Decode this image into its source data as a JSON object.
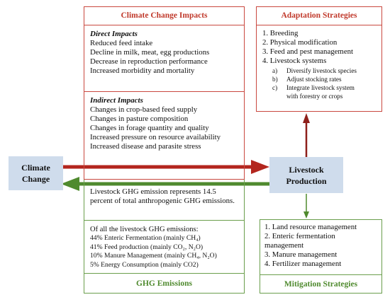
{
  "climate_impacts": {
    "title": "Climate Change Impacts",
    "direct_heading": "Direct Impacts",
    "direct_items": [
      "Reduced feed intake",
      "Decline in milk, meat, egg productions",
      "Decrease in reproduction performance",
      "Increased morbidity and mortality"
    ],
    "indirect_heading": "Indirect Impacts",
    "indirect_items": [
      "Changes in crop-based feed supply",
      "Changes in pasture composition",
      "Changes in forage quantity and quality",
      "Increased pressure on resource availability",
      "Increased disease and parasite stress"
    ]
  },
  "adaptation": {
    "title": "Adaptation Strategies",
    "items": [
      "1. Breeding",
      "2. Physical modification",
      "3. Feed and pest management",
      "4. Livestock systems"
    ],
    "sub_items": [
      {
        "marker": "a)",
        "text": "Diversify livestock species"
      },
      {
        "marker": "b)",
        "text": "Adjust stocking rates"
      },
      {
        "marker": "c)",
        "text": "Integrate livestock system"
      }
    ],
    "sub_item_cont": "with forestry or crops"
  },
  "nodes": {
    "climate_line1": "Climate",
    "climate_line2": "Change",
    "livestock_line1": "Livestock",
    "livestock_line2": "Production"
  },
  "ghg": {
    "statement_line1": "Livestock GHG emission represents 14.5",
    "statement_line2": "percent of total anthropogenic GHG emissions.",
    "breakdown_heading": "Of all the livestock GHG emissions:",
    "breakdown_items": [
      "44% Enteric Fermentation (mainly CH₄)",
      "41% Feed production (mainly CO₂, N₂O)",
      "10% Manure Management (mainly CH₄, N₂O)",
      "5% Energy Consumption (mainly CO2)"
    ],
    "title": "GHG Emissions"
  },
  "mitigation": {
    "items": [
      "1. Land resource management",
      "2. Enteric fermentation",
      "management",
      "3. Manure management",
      "4. Fertilizer management"
    ],
    "title": "Mitigation Strategies"
  },
  "colors": {
    "red_arrow": "#b3261e",
    "green_arrow": "#4f8a2e",
    "node_fill": "#cfdcec"
  }
}
